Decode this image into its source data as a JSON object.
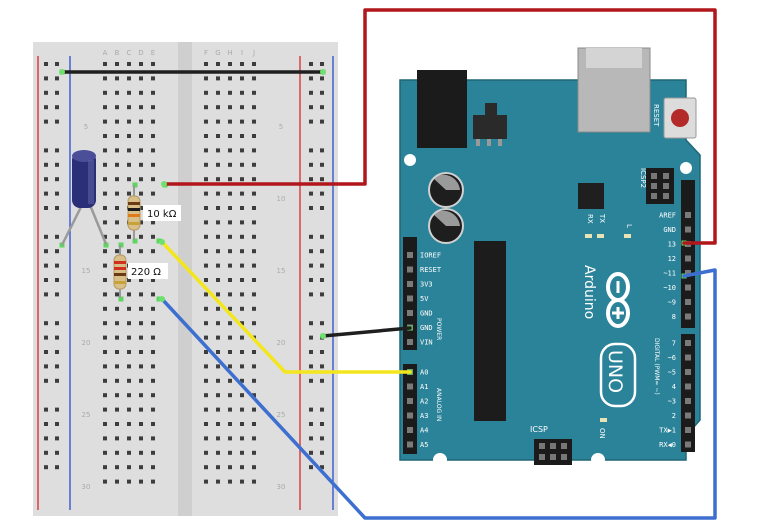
{
  "breadboard": {
    "columns_left": [
      "A",
      "B",
      "C",
      "D",
      "E"
    ],
    "columns_right": [
      "F",
      "G",
      "H",
      "I",
      "J"
    ],
    "row_numbers": [
      "5",
      "10",
      "15",
      "20",
      "25",
      "30"
    ]
  },
  "components": {
    "resistor_1_label": "10 kΩ",
    "resistor_2_label": "220 Ω"
  },
  "arduino": {
    "brand": "Arduino",
    "model": "UNO",
    "reset_label": "RESET",
    "icsp2_label": "ICSP2",
    "icsp_label": "ICSP",
    "on_label": "ON",
    "tx_label": "TX",
    "rx_label": "RX",
    "l_label": "L",
    "power_section": "POWER",
    "analog_section": "ANALOG IN",
    "digital_section": "DIGITAL (PWM= ~)",
    "power_pins": [
      "IOREF",
      "RESET",
      "3V3",
      "5V",
      "GND",
      "GND",
      "VIN"
    ],
    "analog_pins": [
      "A0",
      "A1",
      "A2",
      "A3",
      "A4",
      "A5"
    ],
    "digital_top_pins": [
      "AREF",
      "GND",
      "13",
      "12",
      "~11",
      "~10",
      "~9",
      "8"
    ],
    "digital_bottom_pins": [
      "7",
      "~6",
      "~5",
      "4",
      "~3",
      "2",
      "TX▶1",
      "RX◀0"
    ]
  },
  "colors": {
    "board": "#2b8399",
    "wire_red": "#b0161c",
    "wire_black": "#1f1f1f",
    "wire_yellow": "#f3e61c",
    "wire_blue": "#3c6fd0",
    "breadboard": "#dcdcdc"
  }
}
